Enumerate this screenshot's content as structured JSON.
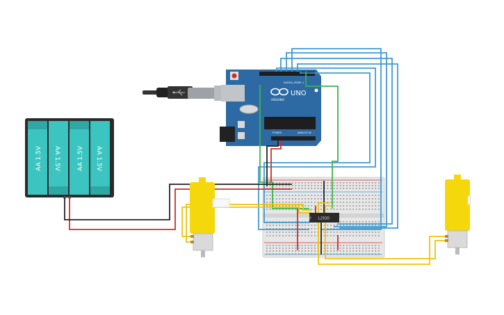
{
  "battery": {
    "cells": [
      {
        "label": "AA 1.5V",
        "rotation": "ccw"
      },
      {
        "label": "AA 1.5V",
        "rotation": "cw"
      },
      {
        "label": "AA 1.5V",
        "rotation": "ccw"
      },
      {
        "label": "AA 1.5V",
        "rotation": "cw"
      }
    ],
    "color_cell": "#3cc4c0",
    "color_case": "#2b2b2b"
  },
  "arduino": {
    "model_text": "UNO",
    "brand_text": "ARDUINO",
    "digital_label": "DIGITAL (PWM~)",
    "power_label": "POWER",
    "analog_label": "ANALOG IN",
    "color_board": "#2d6aa3"
  },
  "driver_chip": {
    "label": "L293D"
  },
  "wire_colors": {
    "blue": "#3e9ad1",
    "green": "#3cb44a",
    "red": "#d42a2a",
    "black": "#222222",
    "yellow": "#f2c200"
  },
  "motor_color": "#f4d80c"
}
